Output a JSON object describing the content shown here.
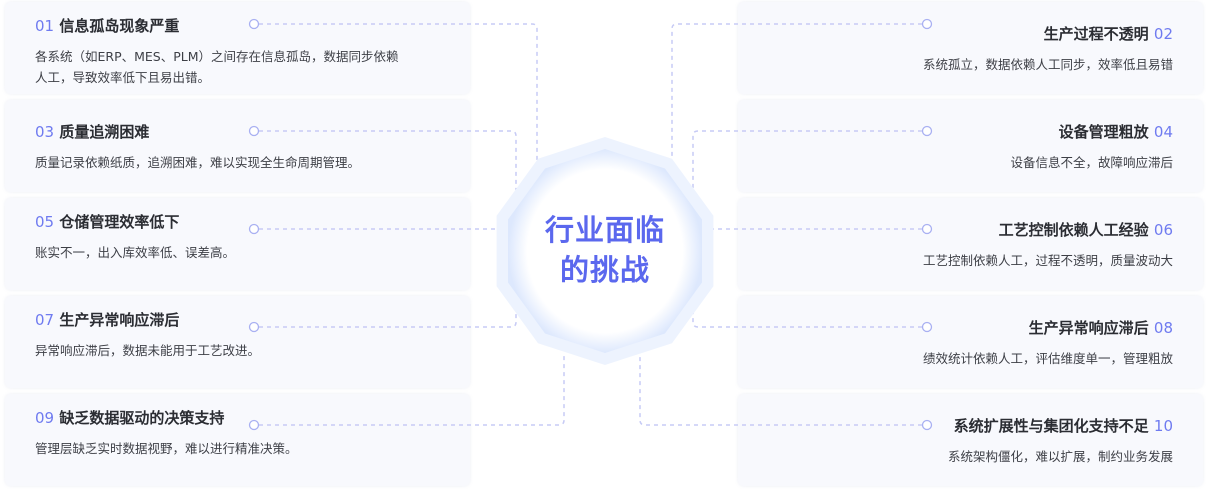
{
  "center": {
    "line1": "行业面临",
    "line2": "的挑战"
  },
  "colors": {
    "accent": "#6f7bf0",
    "center_text": "#5b68ee",
    "connector": "#c7cbf5",
    "ring": "#edf3fe"
  },
  "left": [
    {
      "num": "01",
      "title": "信息孤岛现象严重",
      "desc": "各系统（如ERP、MES、PLM）之间存在信息孤岛，数据同步依赖人工，导致效率低下且易出错。"
    },
    {
      "num": "03",
      "title": "质量追溯困难",
      "desc": "质量记录依赖纸质，追溯困难，难以实现全生命周期管理。"
    },
    {
      "num": "05",
      "title": "仓储管理效率低下",
      "desc": "账实不一，出入库效率低、误差高。"
    },
    {
      "num": "07",
      "title": "生产异常响应滞后",
      "desc": "异常响应滞后，数据未能用于工艺改进。"
    },
    {
      "num": "09",
      "title": "缺乏数据驱动的决策支持",
      "desc": "管理层缺乏实时数据视野，难以进行精准决策。"
    }
  ],
  "right": [
    {
      "num": "02",
      "title": "生产过程不透明",
      "desc": "系统孤立，数据依赖人工同步，效率低且易错"
    },
    {
      "num": "04",
      "title": "设备管理粗放",
      "desc": "设备信息不全，故障响应滞后"
    },
    {
      "num": "06",
      "title": "工艺控制依赖人工经验",
      "desc": "工艺控制依赖人工，过程不透明，质量波动大"
    },
    {
      "num": "08",
      "title": "生产异常响应滞后",
      "desc": "绩效统计依赖人工，评估维度单一，管理粗放"
    },
    {
      "num": "10",
      "title": "系统扩展性与集团化支持不足",
      "desc": "系统架构僵化，难以扩展，制约业务发展"
    }
  ]
}
